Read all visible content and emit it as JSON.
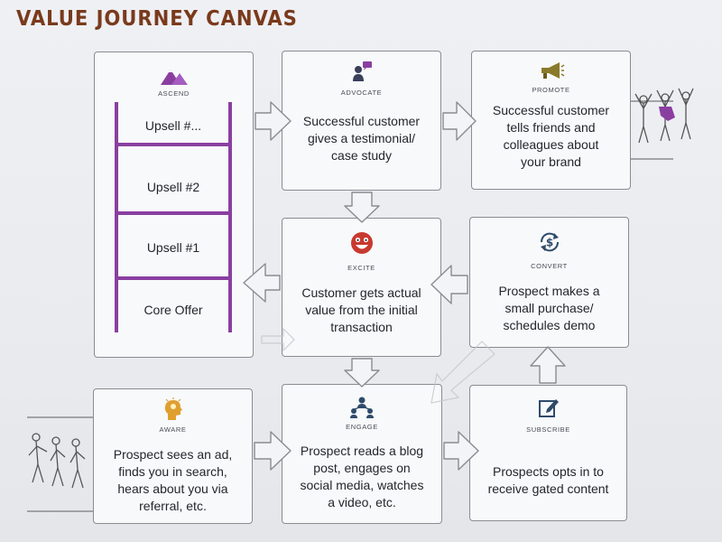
{
  "title": "VALUE JOURNEY CANVAS",
  "stages": {
    "ascend": {
      "label": "ASCEND"
    },
    "advocate": {
      "label": "ADVOCATE",
      "text": [
        "Successful customer",
        "gives a testimonial/",
        "case study"
      ]
    },
    "promote": {
      "label": "PROMOTE",
      "text": [
        "Successful customer",
        "tells friends and",
        "colleagues about",
        "your brand"
      ]
    },
    "excite": {
      "label": "EXCITE",
      "text": [
        "Customer gets actual",
        "value from the initial",
        "transaction"
      ]
    },
    "convert": {
      "label": "CONVERT",
      "text": [
        "Prospect makes a",
        "small purchase/",
        "schedules demo"
      ]
    },
    "aware": {
      "label": "AWARE",
      "text": [
        "Prospect sees an ad,",
        "finds you in search,",
        "hears about you via",
        "referral, etc."
      ]
    },
    "engage": {
      "label": "ENGAGE",
      "text": [
        "Prospect reads a blog",
        "post, engages on",
        "social media, watches",
        "a video, etc."
      ]
    },
    "subscribe": {
      "label": "SUBSCRIBE",
      "text": [
        "Prospects opts in to",
        "receive gated content"
      ]
    }
  },
  "ladder": [
    "Upsell #...",
    "Upsell #2",
    "Upsell #1",
    "Core Offer"
  ],
  "colors": {
    "title": "#7a3a1c",
    "ladder": "#8a3fa0",
    "excite": "#c8392f",
    "aware": "#e0a030",
    "promote": "#8a7a2a",
    "engage": "#2f4b6b"
  },
  "icons": {
    "ascend": "mountain-icon",
    "advocate": "speaker-person-icon",
    "promote": "megaphone-icon",
    "excite": "excited-face-icon",
    "convert": "dollar-cycle-icon",
    "aware": "head-lightbulb-icon",
    "engage": "network-people-icon",
    "subscribe": "edit-form-icon"
  }
}
